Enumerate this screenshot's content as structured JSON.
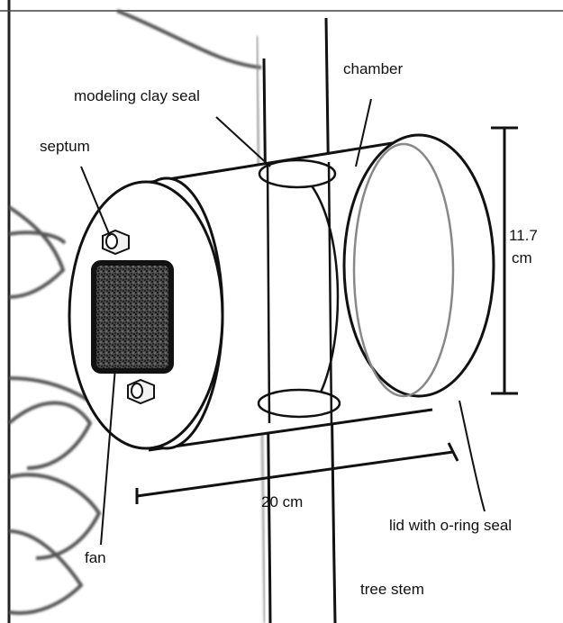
{
  "labels": {
    "modeling_clay_seal": "modeling clay seal",
    "chamber": "chamber",
    "septum": "septum",
    "height_value": "11.7",
    "height_unit": "cm",
    "length": "20 cm",
    "lid": "lid with o-ring seal",
    "fan": "fan",
    "tree_stem": "tree stem"
  },
  "colors": {
    "ink": "#111111",
    "background": "#ffffff",
    "fan_fill": "#3a3a3a",
    "shadow": "#9a9a9a"
  }
}
